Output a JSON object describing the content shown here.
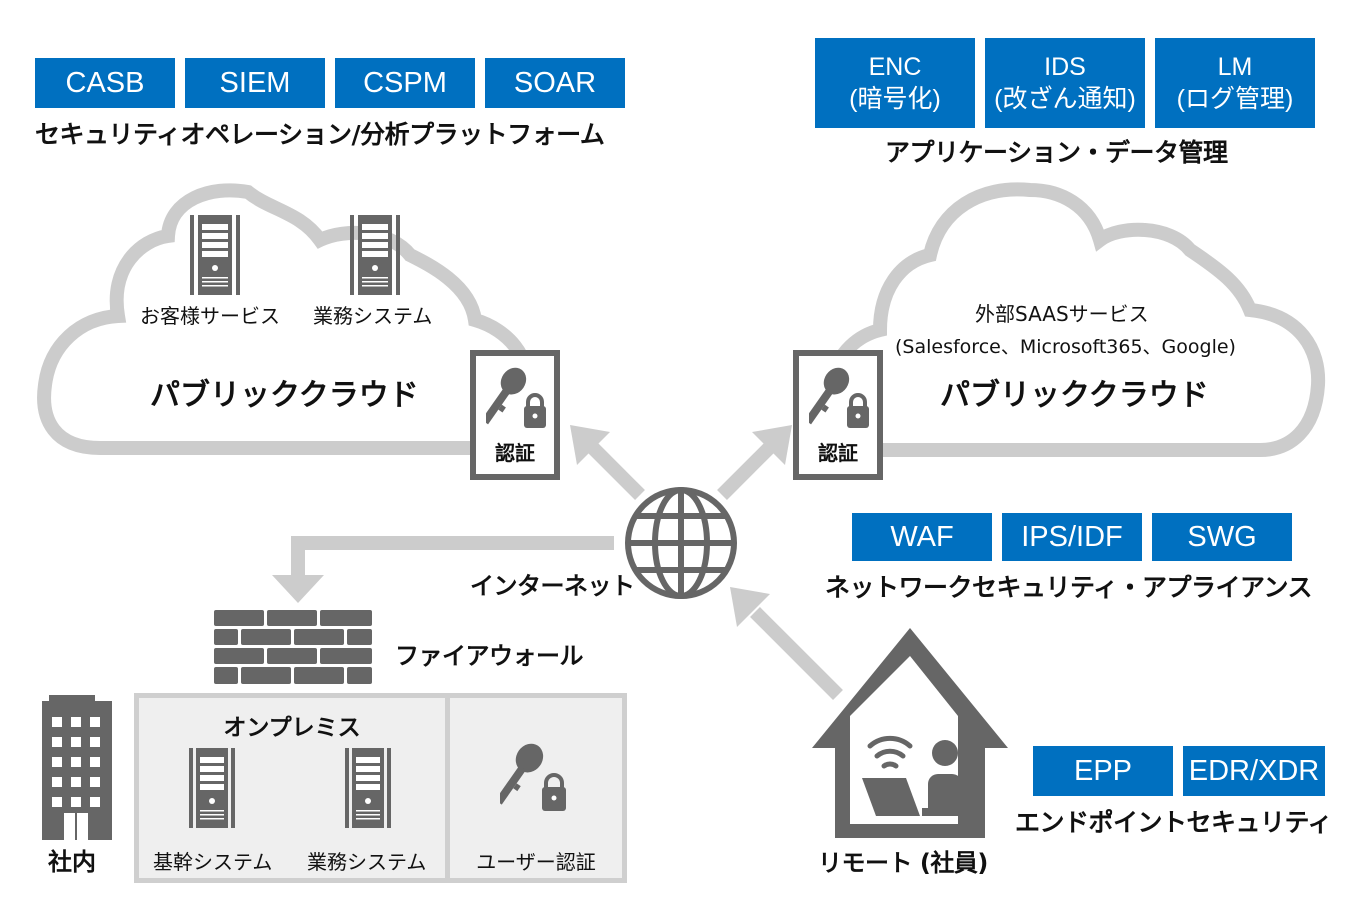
{
  "colors": {
    "accent_blue": "#0070c0",
    "icon_gray": "#666666",
    "line_gray": "#cccccc",
    "panel_gray": "#efefef"
  },
  "secops": {
    "tags": [
      "CASB",
      "SIEM",
      "CSPM",
      "SOAR"
    ],
    "caption": "セキュリティオペレーション/分析プラットフォーム"
  },
  "appdata": {
    "tags": [
      {
        "line1": "ENC",
        "line2": "(暗号化)"
      },
      {
        "line1": "IDS",
        "line2": "(改ざん通知)"
      },
      {
        "line1": "LM",
        "line2": "(ログ管理)"
      }
    ],
    "caption": "アプリケーション・データ管理"
  },
  "left_cloud": {
    "servers": [
      "お客様サービス",
      "業務システム"
    ],
    "title": "パブリッククラウド",
    "auth_label": "認証"
  },
  "right_cloud": {
    "service_title": "外部SAASサービス",
    "service_examples": "(Salesforce、Microsoft365、Google)",
    "title": "パブリッククラウド",
    "auth_label": "認証"
  },
  "internet": {
    "label": "インターネット",
    "icon": "globe-icon"
  },
  "network": {
    "tags": [
      "WAF",
      "IPS/IDF",
      "SWG"
    ],
    "caption": "ネットワークセキュリティ・アプライアンス"
  },
  "firewall": {
    "label": "ファイアウォール",
    "icon": "brick-wall-icon"
  },
  "office": {
    "label": "社内",
    "icon": "building-icon"
  },
  "onprem": {
    "title": "オンプレミス",
    "servers": [
      "基幹システム",
      "業務システム"
    ],
    "auth_label": "ユーザー認証"
  },
  "remote": {
    "label": "リモート (社員)",
    "icon": "home-worker-icon"
  },
  "endpoint": {
    "tags": [
      "EPP",
      "EDR/XDR"
    ],
    "caption": "エンドポイントセキュリティ"
  }
}
